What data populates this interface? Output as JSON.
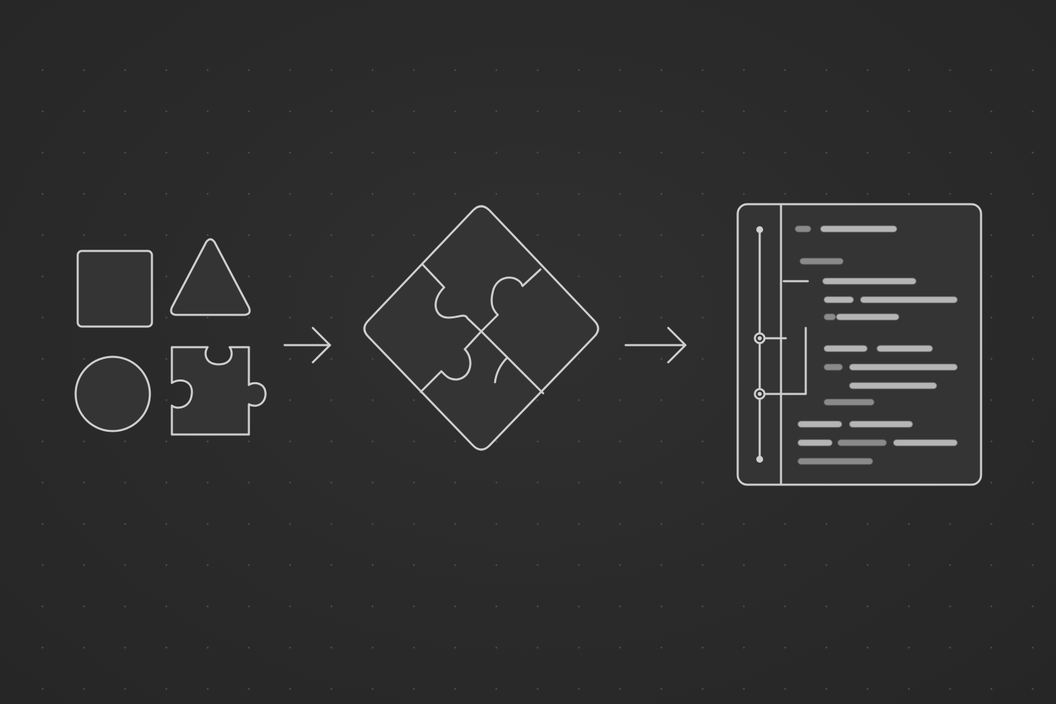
{
  "colors": {
    "background": "#2b2b2b",
    "stroke": "#cfcfcf",
    "grid_dot": "#4a4a4a",
    "shape_fill": "#343434",
    "code_line_bright": "#b5b5b5",
    "code_line_dim": "#8a8a8a"
  },
  "stages": [
    {
      "id": "separate-shapes",
      "icons": [
        "square-icon",
        "triangle-icon",
        "circle-icon",
        "puzzle-piece-icon"
      ]
    },
    {
      "id": "assembled-puzzle",
      "icons": [
        "puzzle-diamond-icon"
      ]
    },
    {
      "id": "structured-document",
      "icons": [
        "code-document-icon",
        "timeline-icon"
      ]
    }
  ],
  "connectors": [
    "arrow-right-icon",
    "arrow-right-icon"
  ]
}
